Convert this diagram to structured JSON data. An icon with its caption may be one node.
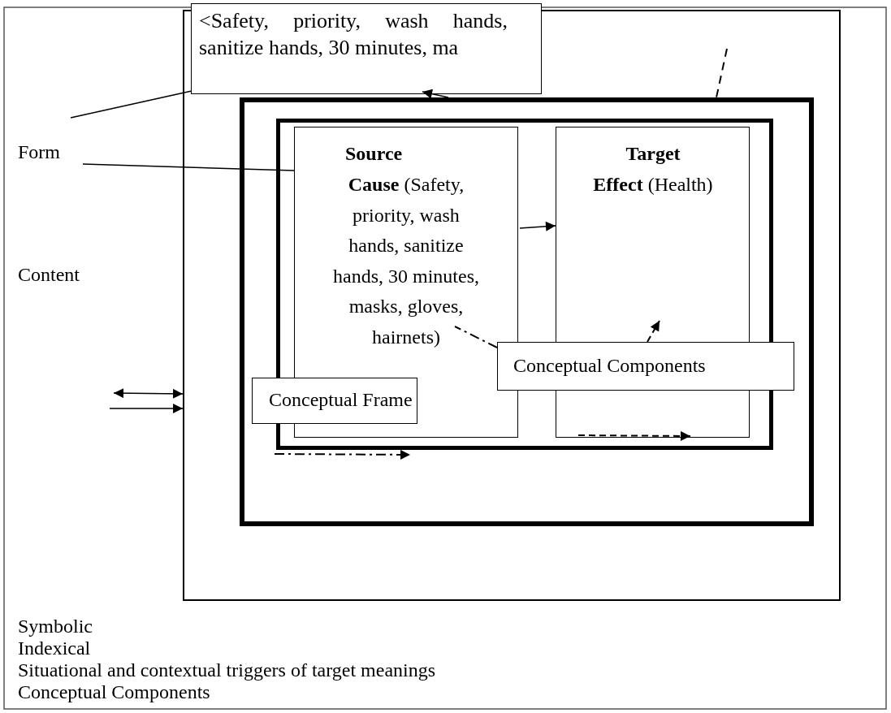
{
  "diagram": {
    "nodes": [
      {
        "text": [],
        "shape": "box"
      },
      {
        "text": [
          "<Safety, priority, wash hands, sanitize hands, 30 minutes, ma"
        ],
        "in": 0
      },
      {
        "text": [],
        "shape": "box",
        "in": 0
      },
      {
        "text": [],
        "shape": "box",
        "in": 2
      },
      {
        "text": [
          "Source",
          "**Cause** (Safety, priority, wash hands, sanitize hands, 30 minutes, masks, gloves, hairnets)"
        ],
        "in": 3
      },
      {
        "text": [
          "Target",
          "**Effect** (Health)"
        ],
        "in": 3
      },
      {
        "text": [
          "Conceptual Frame"
        ],
        "in": 2
      },
      {
        "text": [
          "Conceptual Components"
        ],
        "in": 2
      },
      {
        "text": [
          "Form"
        ]
      }
    ],
    "edges": [
      {
        "from": null,
        "to": 1,
        "arrow": "none"
      },
      {
        "from": 2,
        "to": 1,
        "arrow": "to"
      },
      {
        "from": null,
        "to": 2,
        "arrow": "none",
        "style": "dashed"
      },
      {
        "from": 8,
        "to": 4,
        "arrow": "none"
      },
      {
        "from": 4,
        "to": 5,
        "arrow": "to"
      },
      {
        "from": 7,
        "to": 4,
        "arrow": "none",
        "style": "dashed"
      },
      {
        "from": 7,
        "to": 5,
        "arrow": "to",
        "style": "dashed"
      },
      {
        "from": null,
        "to": 5,
        "arrow": "to",
        "style": "dashed"
      },
      {
        "from": null,
        "to": 3,
        "arrow": "to",
        "style": "dashed"
      },
      {
        "from": null,
        "to": 0,
        "arrow": "both"
      },
      {
        "from": null,
        "to": 0,
        "arrow": "to"
      }
    ],
    "labels": [
      "Content",
      "Symbolic",
      "Indexical",
      "Situational and contextual triggers of target meanings",
      "Conceptual Components"
    ]
  }
}
